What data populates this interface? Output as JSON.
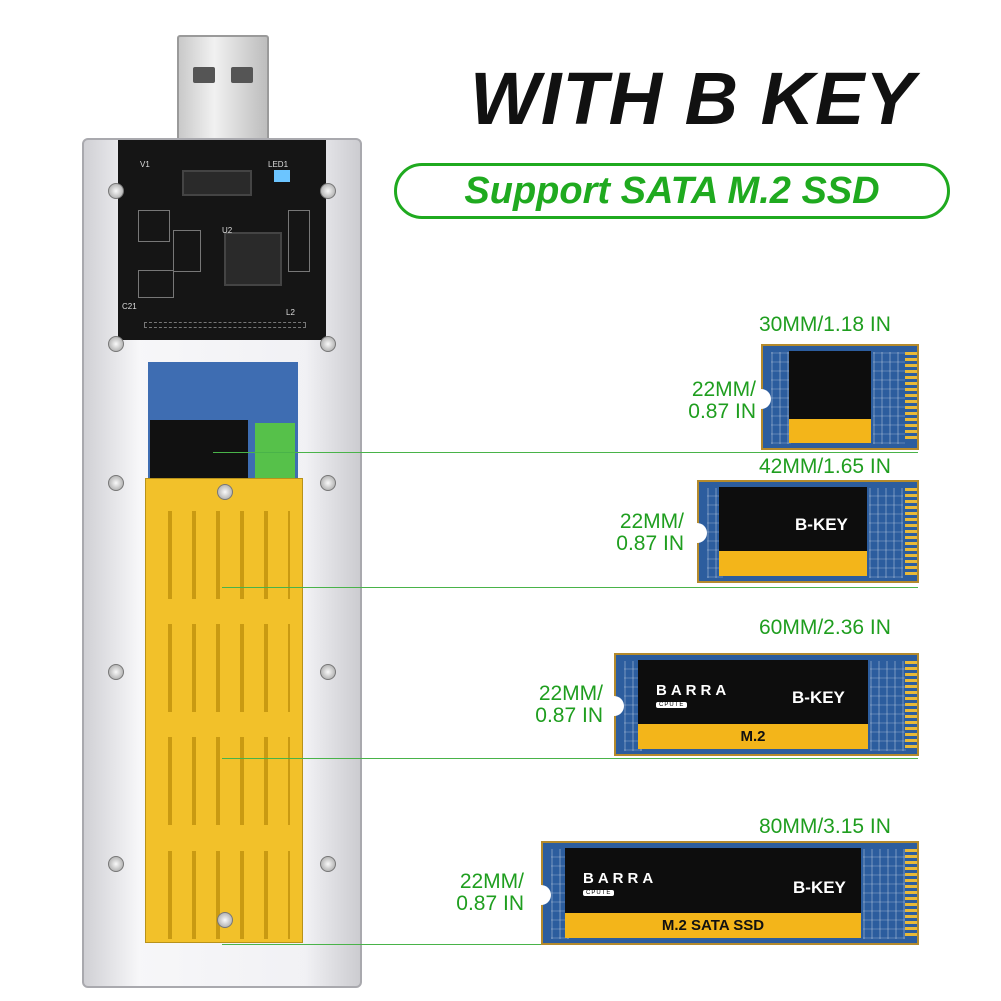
{
  "headline": "WITH B KEY",
  "subheadline": "Support SATA M.2 SSD",
  "enclosure": {
    "pcb_labels": [
      "V1",
      "LED1",
      "U2",
      "L2",
      "C21"
    ]
  },
  "ssds": [
    {
      "length_label": "30MM/1.18 IN",
      "width_label_1": "22MM/",
      "width_label_2": "0.87 IN",
      "key_label": "",
      "brand": "",
      "brand_sub": "",
      "gold_text": ""
    },
    {
      "length_label": "42MM/1.65 IN",
      "width_label_1": "22MM/",
      "width_label_2": "0.87 IN",
      "key_label": "B-KEY",
      "brand": "",
      "brand_sub": "",
      "gold_text": ""
    },
    {
      "length_label": "60MM/2.36 IN",
      "width_label_1": "22MM/",
      "width_label_2": "0.87 IN",
      "key_label": "B-KEY",
      "brand": "BARRA",
      "brand_sub": "CPUTE",
      "gold_text": "M.2"
    },
    {
      "length_label": "80MM/3.15 IN",
      "width_label_1": "22MM/",
      "width_label_2": "0.87 IN",
      "key_label": "B-KEY",
      "brand": "BARRA",
      "brand_sub": "CPUTE",
      "gold_text": "M.2 SATA SSD"
    }
  ],
  "colors": {
    "accent_green": "#1faa1f",
    "board_blue": "#2c5d9e",
    "gold": "#f3b51a"
  }
}
